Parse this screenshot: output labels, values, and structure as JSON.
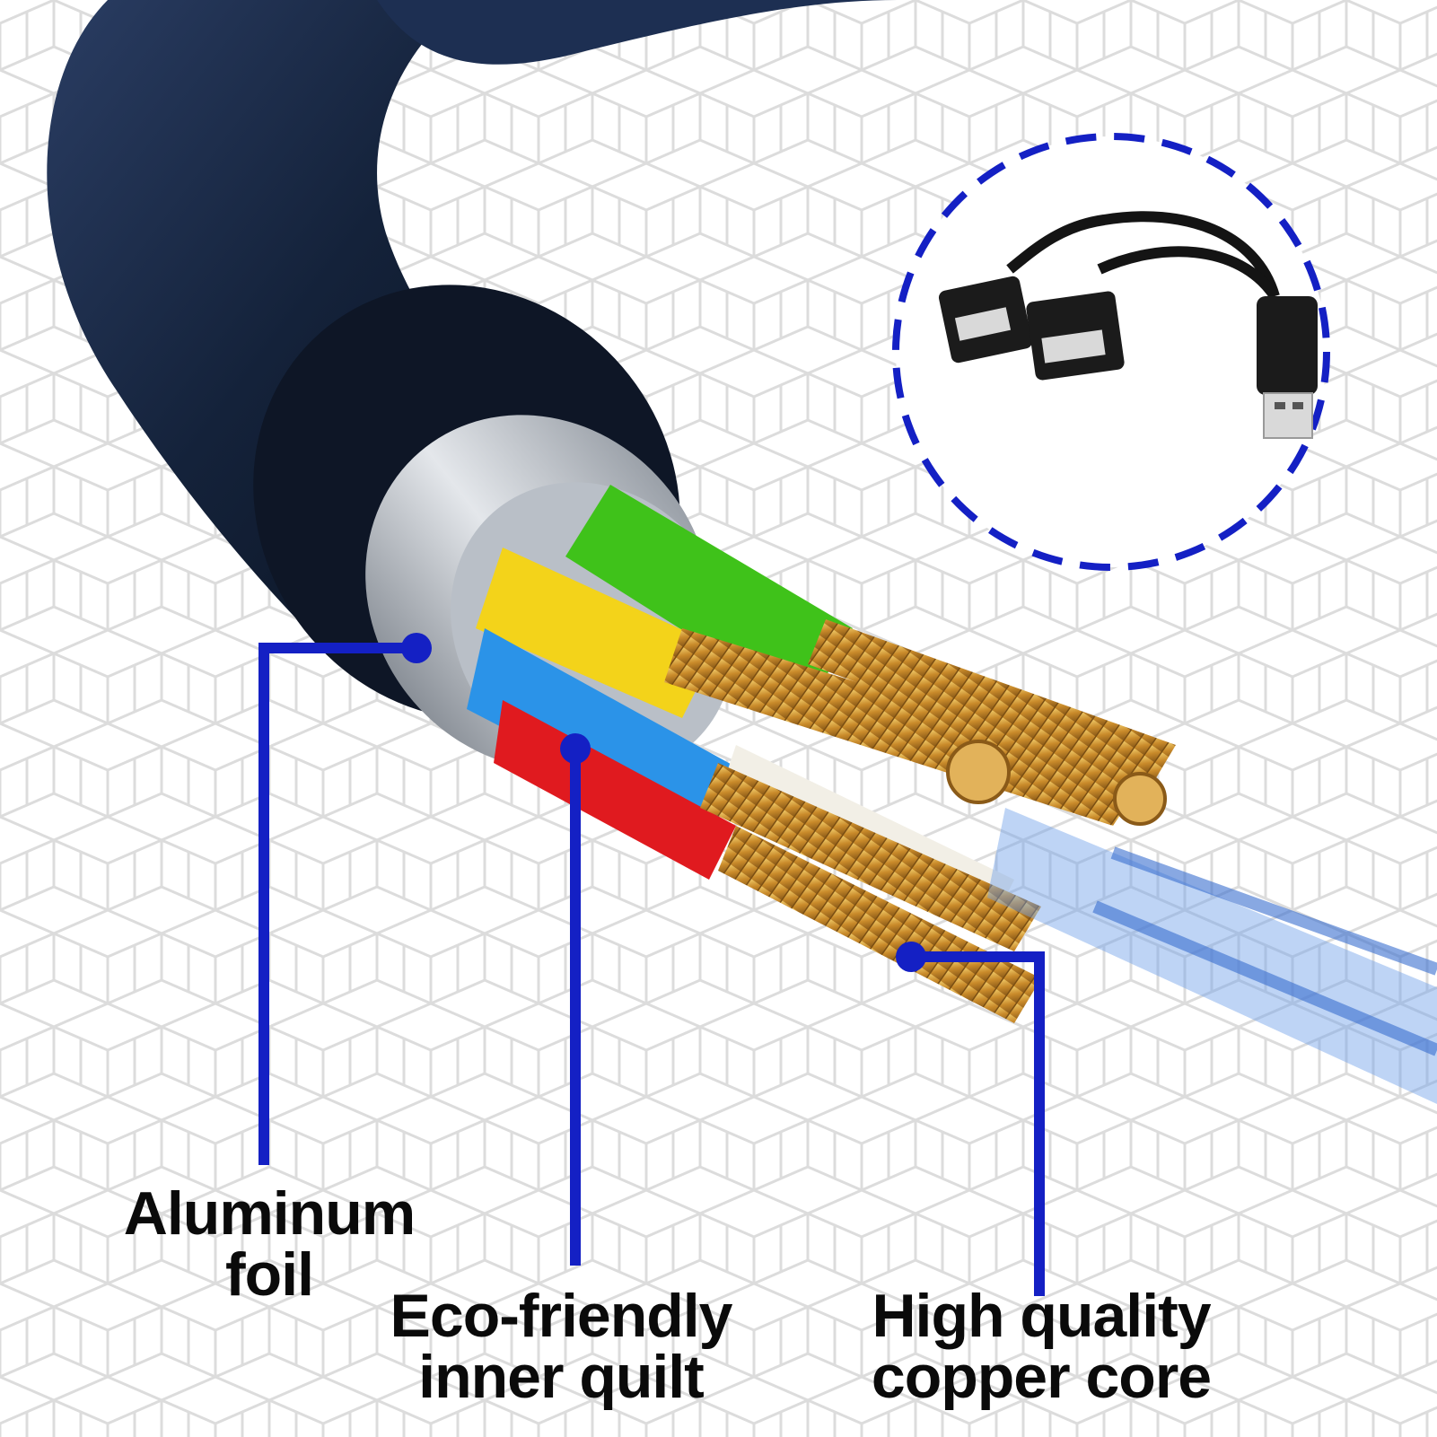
{
  "labels": {
    "aluminum_foil": [
      "Aluminum",
      "foil"
    ],
    "inner_quilt": [
      "Eco-friendly",
      "inner quilt"
    ],
    "copper_core": [
      "High quality",
      "copper core"
    ]
  },
  "colors": {
    "callout_blue": "#1420c4",
    "jacket": "#14223a",
    "foil": "#c7ccd3",
    "wire_green": "#3fc21a",
    "wire_yellow": "#f3d31a",
    "wire_blue": "#2b93e8",
    "wire_red": "#e01a1f",
    "copper": "#d8a03a",
    "background_pattern": "#dcdcdc"
  },
  "inset": {
    "content": "usb-y-splitter-cable-photo",
    "border_style": "dashed-circle"
  }
}
